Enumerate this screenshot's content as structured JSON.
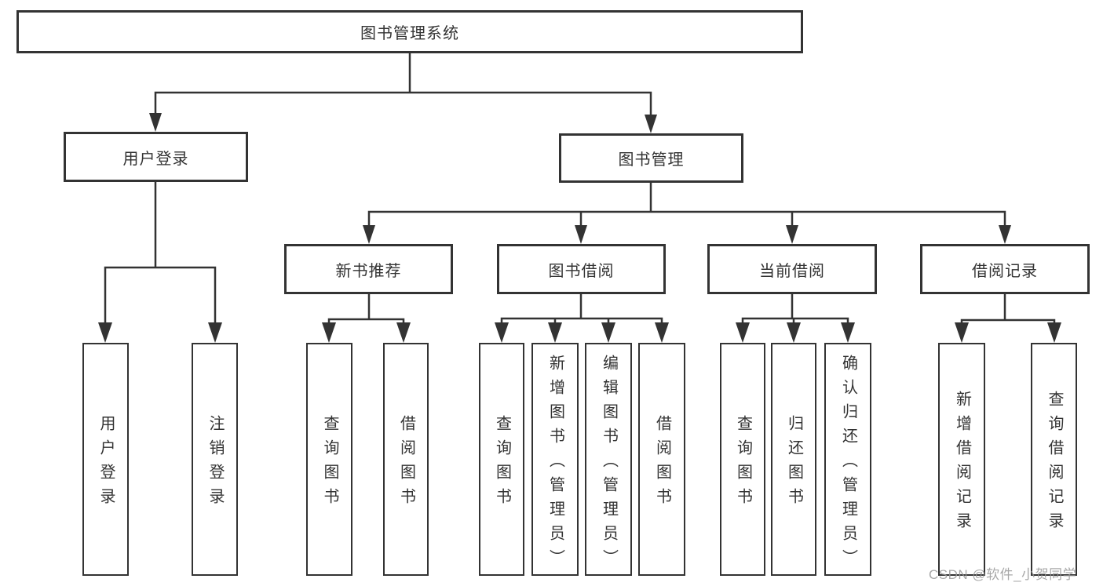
{
  "diagram": {
    "root": {
      "label": "图书管理系统"
    },
    "level2": [
      {
        "label": "用户登录"
      },
      {
        "label": "图书管理"
      }
    ],
    "level3": [
      {
        "label": "新书推荐",
        "parent": "图书管理"
      },
      {
        "label": "图书借阅",
        "parent": "图书管理"
      },
      {
        "label": "当前借阅",
        "parent": "图书管理"
      },
      {
        "label": "借阅记录",
        "parent": "图书管理"
      }
    ],
    "leaves": [
      {
        "label": "用户登录",
        "parent": "用户登录"
      },
      {
        "label": "注销登录",
        "parent": "用户登录"
      },
      {
        "label": "查询图书",
        "parent": "新书推荐"
      },
      {
        "label": "借阅图书",
        "parent": "新书推荐"
      },
      {
        "label": "查询图书",
        "parent": "图书借阅"
      },
      {
        "label": "新增图书（管理员）",
        "parent": "图书借阅"
      },
      {
        "label": "编辑图书（管理员）",
        "parent": "图书借阅"
      },
      {
        "label": "借阅图书",
        "parent": "图书借阅"
      },
      {
        "label": "查询图书",
        "parent": "当前借阅"
      },
      {
        "label": "归还图书",
        "parent": "当前借阅"
      },
      {
        "label": "确认归还（管理员）",
        "parent": "当前借阅"
      },
      {
        "label": "新增借阅记录",
        "parent": "借阅记录"
      },
      {
        "label": "查询借阅记录",
        "parent": "借阅记录"
      }
    ]
  },
  "watermark": {
    "text": "CSDN @软件_小贺同学"
  },
  "colors": {
    "line": "#333333",
    "text": "#333333",
    "box_fill": "#ffffff",
    "watermark": "#9a9a9a",
    "background": "#ffffff"
  }
}
